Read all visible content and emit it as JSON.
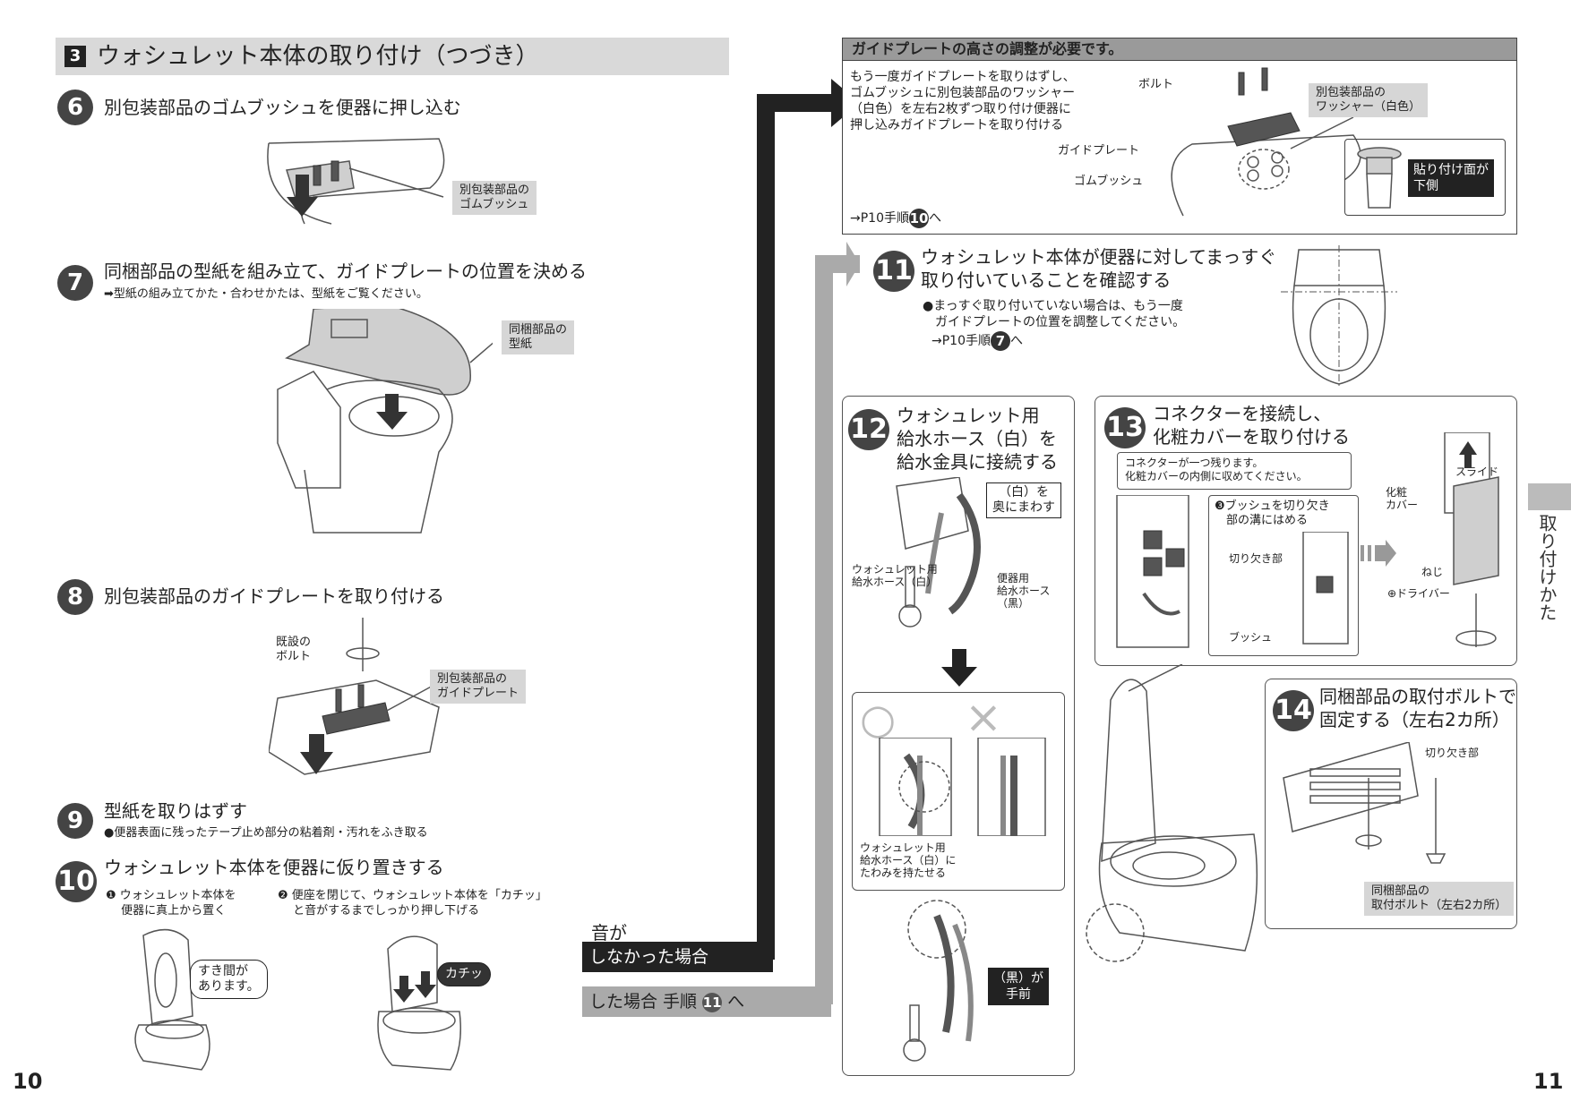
{
  "section": {
    "num": "3",
    "title": "ウォシュレット本体の取り付け（つづき）"
  },
  "steps_left": {
    "s6": {
      "num": "6",
      "title": "別包装部品のゴムブッシュを便器に押し込む",
      "callout": "別包装部品の\nゴムブッシュ"
    },
    "s7": {
      "num": "7",
      "title": "同梱部品の型紙を組み立て、ガイドプレートの位置を決める",
      "note": "➡型紙の組み立てかた・合わせかたは、型紙をご覧ください。",
      "callout": "同梱部品の\n型紙"
    },
    "s8": {
      "num": "8",
      "title": "別包装部品のガイドプレートを取り付ける",
      "label_bolt": "既設の\nボルト",
      "callout": "別包装部品の\nガイドプレート"
    },
    "s9": {
      "num": "9",
      "title": "型紙を取りはずす",
      "note": "●便器表面に残ったテープ止め部分の粘着剤・汚れをふき取る"
    },
    "s10": {
      "num": "10",
      "title": "ウォシュレット本体を便器に仮り置きする",
      "sub1": "❶ ウォシュレット本体を\n　 便器に真上から置く",
      "sub2": "❷ 便座を閉じて、ウォシュレット本体を「カチッ」\n　 と音がするまでしっかり押し下げる",
      "bubble1": "すき間が\nあります。",
      "bubble2": "カチッ"
    }
  },
  "branch": {
    "sound": "音が",
    "no_sound": "しなかった場合",
    "with_sound": "した場合 手順",
    "with_sound_num": "11",
    "with_sound_tail": "へ"
  },
  "guide_box": {
    "header": "ガイドプレートの高さの調整が必要です。",
    "text": "もう一度ガイドプレートを取りはずし、\nゴムブッシュに別包装部品のワッシャー\n（白色）を左右2枚ずつ取り付け便器に\n押し込みガイドプレートを取り付ける",
    "label_bolt": "ボルト",
    "label_guide": "ガイドプレート",
    "label_bush": "ゴムブッシュ",
    "callout_washer": "別包装部品の\nワッシャー（白色）",
    "callout_face": "貼り付け面が\n下側",
    "ref": "→P10手順",
    "ref_num": "10",
    "ref_tail": "へ"
  },
  "s11": {
    "num": "11",
    "title": "ウォシュレット本体が便器に対してまっすぐ\n取り付いていることを確認する",
    "note": "●まっすぐ取り付いていない場合は、もう一度\n　ガイドプレートの位置を調整してください。",
    "ref": "→P10手順",
    "ref_num": "7",
    "ref_tail": "へ"
  },
  "s12": {
    "num": "12",
    "title": "ウォシュレット用\n給水ホース（白）を\n給水金具に接続する",
    "tag_white": "（白）を\n奥にまわす",
    "label_wh": "ウォシュレット用\n給水ホース（白）",
    "label_bk": "便器用\n給水ホース\n（黒）",
    "ok": "○",
    "ng": "×",
    "note_slack": "ウォシュレット用\n給水ホース（白）に\nたわみを持たせる",
    "tag_black": "（黒）が\n手前"
  },
  "s13": {
    "num": "13",
    "title": "コネクターを接続し、\n化粧カバーを取り付ける",
    "note": "コネクターが一つ残ります。\n化粧カバーの内側に収めてください。",
    "push_note": "❸ブッシュを切り欠き\n　部の溝にはめる",
    "label_notch": "切り欠き部",
    "label_bush": "ブッシュ",
    "label_slide": "スライド",
    "label_cover": "化粧\nカバー",
    "label_screw": "ねじ",
    "label_driver": "⊕ドライバー"
  },
  "s14": {
    "num": "14",
    "title": "同梱部品の取付ボルトで\n固定する（左右2カ所）",
    "label_notch": "切り欠き部",
    "callout": "同梱部品の\n取付ボルト（左右2カ所）"
  },
  "side_tab": "取り付けかた",
  "page_left": "10",
  "page_right": "11"
}
